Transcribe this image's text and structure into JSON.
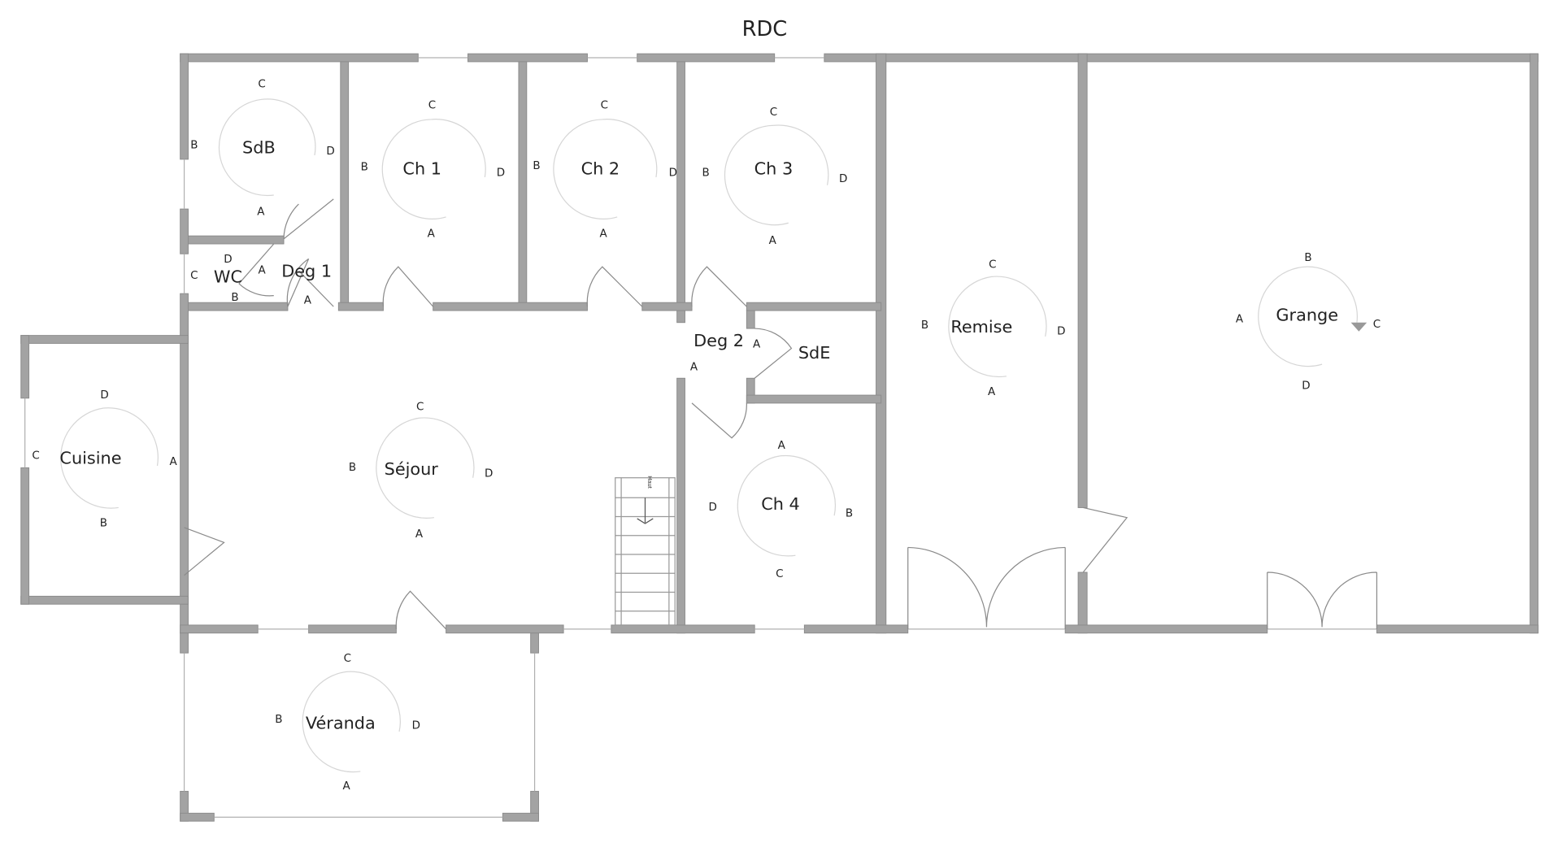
{
  "plan": {
    "title": "RDC",
    "stair_label": "Haut",
    "wall_color": "#a3a3a3"
  },
  "rooms": {
    "sdb": {
      "name": "SdB",
      "top": "C",
      "right": "D",
      "bottom": "A",
      "left": "B"
    },
    "ch1": {
      "name": "Ch 1",
      "top": "C",
      "right": "D",
      "bottom": "A",
      "left": "B"
    },
    "ch2": {
      "name": "Ch 2",
      "top": "C",
      "right": "D",
      "bottom": "A",
      "left": "B"
    },
    "ch3": {
      "name": "Ch 3",
      "top": "C",
      "right": "D",
      "bottom": "A",
      "left": "B"
    },
    "wc": {
      "name": "WC",
      "top": "D",
      "right": "A",
      "bottom": "B",
      "left": "C"
    },
    "deg1": {
      "name": "Deg 1",
      "bottom": "A"
    },
    "deg2": {
      "name": "Deg 2",
      "right": "A",
      "bottom": "A"
    },
    "sde": {
      "name": "SdE"
    },
    "remise": {
      "name": "Remise",
      "top": "C",
      "right": "D",
      "bottom": "A",
      "left": "B"
    },
    "grange": {
      "name": "Grange",
      "top": "B",
      "right": "C",
      "bottom": "D",
      "left": "A"
    },
    "cuisine": {
      "name": "Cuisine",
      "top": "D",
      "right": "A",
      "bottom": "B",
      "left": "C"
    },
    "sejour": {
      "name": "Séjour",
      "top": "C",
      "right": "D",
      "bottom": "A",
      "left": "B"
    },
    "ch4": {
      "name": "Ch 4",
      "top": "A",
      "right": "B",
      "bottom": "C",
      "left": "D"
    },
    "veranda": {
      "name": "Véranda",
      "top": "C",
      "right": "D",
      "bottom": "A",
      "left": "B"
    }
  }
}
